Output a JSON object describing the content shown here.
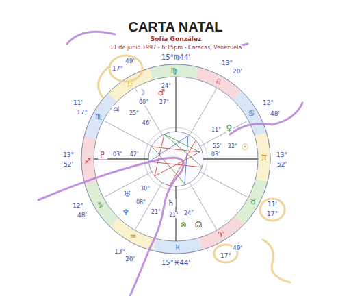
{
  "diagram": {
    "title": "CARTA NATAL",
    "labels": [
      "Sofía González",
      "11 de junio 1997 - 6:15pm - Caracas, Venezuela",
      "15°♍44'",
      "15°♓44'",
      "13°",
      "20'",
      "12°",
      "48'",
      "13°",
      "52'",
      "11'",
      "17°",
      "17°",
      "49'",
      "13°",
      "20'",
      "12°",
      "48'",
      "13°",
      "52'",
      "11'",
      "17°",
      "17°",
      "49'",
      "♈",
      "♉",
      "♊",
      "♋",
      "♌",
      "♍",
      "♎",
      "♏",
      "♐",
      "♑",
      "♒",
      "♓",
      "24°",
      "☽",
      "♂",
      "00°",
      "27°",
      "♃",
      "25°",
      "46'",
      "♇",
      "03°",
      "42'",
      "30°",
      "♅",
      "08°",
      "♆",
      "21°",
      "♄",
      "21°",
      "24°",
      "⊗",
      "☊",
      "♀",
      "11°",
      "55'",
      "22°",
      "☉",
      "03'"
    ]
  }
}
